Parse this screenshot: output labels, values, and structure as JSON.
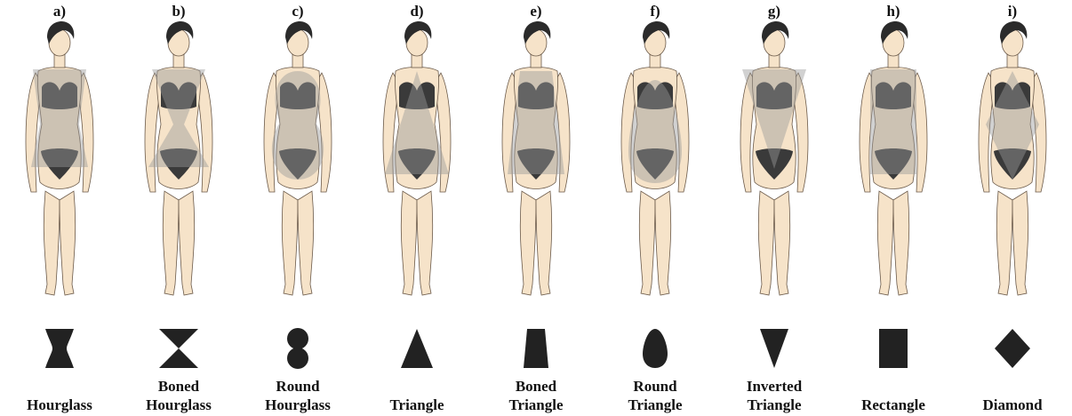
{
  "panels": [
    {
      "letter": "a)",
      "caption": "Hourglass",
      "shape_icon": "hourglass-shape-icon",
      "overlay": "hourglass"
    },
    {
      "letter": "b)",
      "caption": "Boned\nHourglass",
      "shape_icon": "boned-hourglass-shape-icon",
      "overlay": "boned_hourglass"
    },
    {
      "letter": "c)",
      "caption": "Round\nHourglass",
      "shape_icon": "round-hourglass-shape-icon",
      "overlay": "round_hourglass"
    },
    {
      "letter": "d)",
      "caption": "Triangle",
      "shape_icon": "triangle-shape-icon",
      "overlay": "triangle"
    },
    {
      "letter": "e)",
      "caption": "Boned\nTriangle",
      "shape_icon": "boned-triangle-shape-icon",
      "overlay": "boned_triangle"
    },
    {
      "letter": "f)",
      "caption": "Round\nTriangle",
      "shape_icon": "round-triangle-shape-icon",
      "overlay": "round_triangle"
    },
    {
      "letter": "g)",
      "caption": "Inverted\nTriangle",
      "shape_icon": "inverted-triangle-shape-icon",
      "overlay": "inverted_triangle"
    },
    {
      "letter": "h)",
      "caption": "Rectangle",
      "shape_icon": "rectangle-shape-icon",
      "overlay": "rectangle"
    },
    {
      "letter": "i)",
      "caption": "Diamond",
      "shape_icon": "diamond-shape-icon",
      "overlay": "diamond"
    }
  ],
  "colors": {
    "skin": "#f6e3c9",
    "hair": "#2b2b2b",
    "garment": "#3a3a3a",
    "overlay": "#9a9a9a",
    "shape_fill": "#222222",
    "text": "#111111"
  }
}
